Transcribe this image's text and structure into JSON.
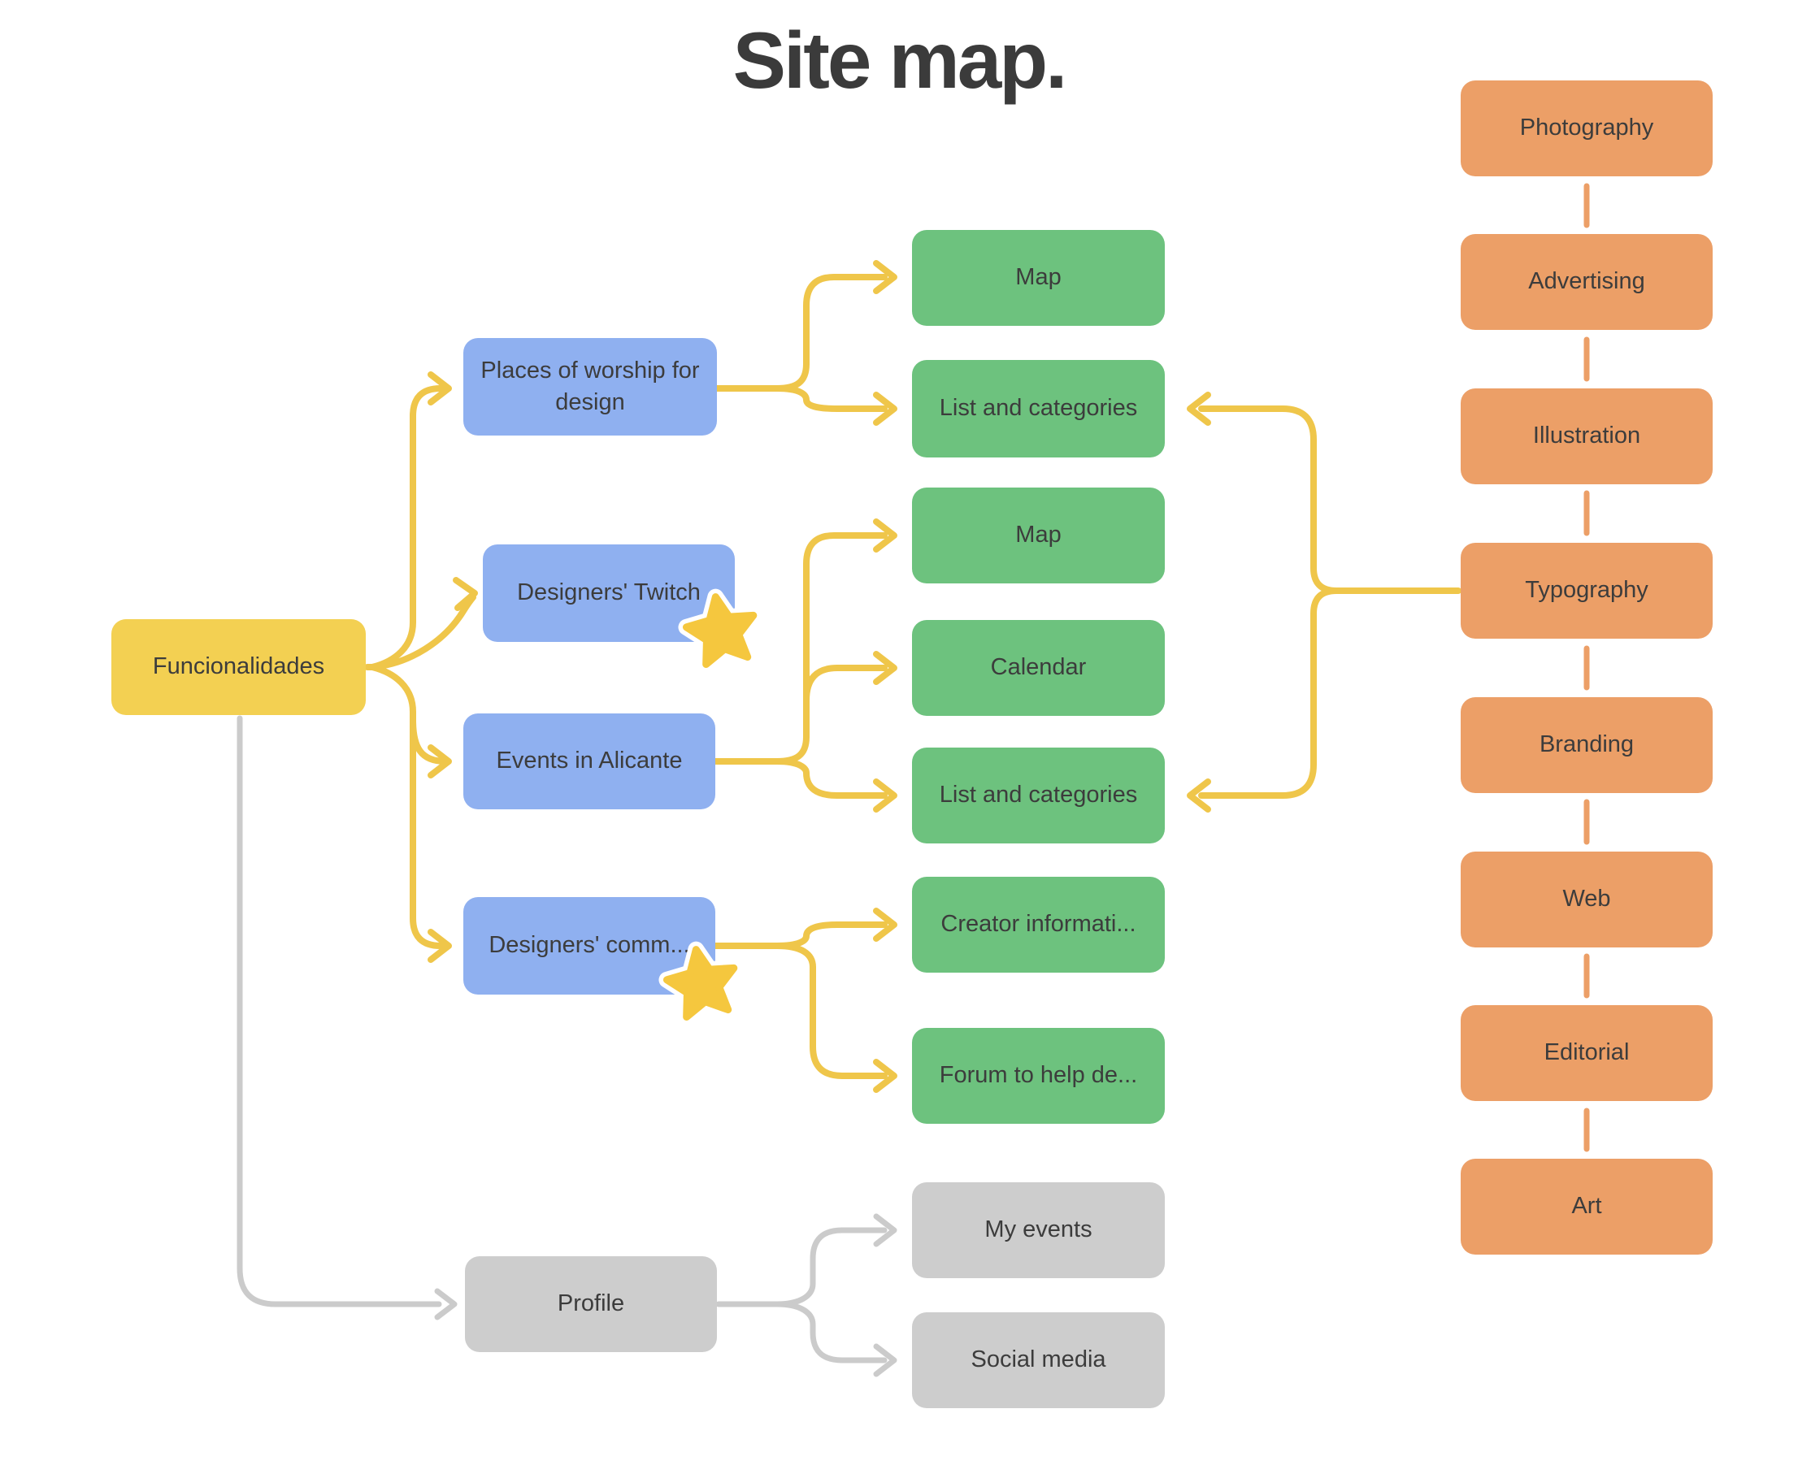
{
  "title": "Site map.",
  "palette": {
    "root_yellow": "#F3D052",
    "branch_blue": "#8FB0F0",
    "leaf_green": "#6DC27E",
    "category_orange": "#EC9F67",
    "profile_gray": "#CDCDCD",
    "wire_yellow": "#EFC64A",
    "wire_gray": "#CBCBCB",
    "star_yellow": "#F5C73E",
    "text": "#3C3C3C"
  },
  "nodes": {
    "funcionalidades": {
      "label": "Funcionalidades"
    },
    "places": {
      "label": "Places of worship for design"
    },
    "twitch": {
      "label": "Designers' Twitch",
      "starred": true
    },
    "events": {
      "label": "Events in Alicante"
    },
    "comm": {
      "label": "Designers' comm...",
      "starred": true
    },
    "map1": {
      "label": "Map"
    },
    "list1": {
      "label": "List and categories"
    },
    "map2": {
      "label": "Map"
    },
    "calendar": {
      "label": "Calendar"
    },
    "list2": {
      "label": "List and categories"
    },
    "creator": {
      "label": "Creator informati..."
    },
    "forum": {
      "label": "Forum to help de..."
    },
    "profile": {
      "label": "Profile"
    },
    "myevents": {
      "label": "My events"
    },
    "social": {
      "label": "Social media"
    },
    "photography": {
      "label": "Photography"
    },
    "advertising": {
      "label": "Advertising"
    },
    "illustration": {
      "label": "Illustration"
    },
    "typography": {
      "label": "Typography"
    },
    "branding": {
      "label": "Branding"
    },
    "web": {
      "label": "Web"
    },
    "editorial": {
      "label": "Editorial"
    },
    "art": {
      "label": "Art"
    }
  }
}
